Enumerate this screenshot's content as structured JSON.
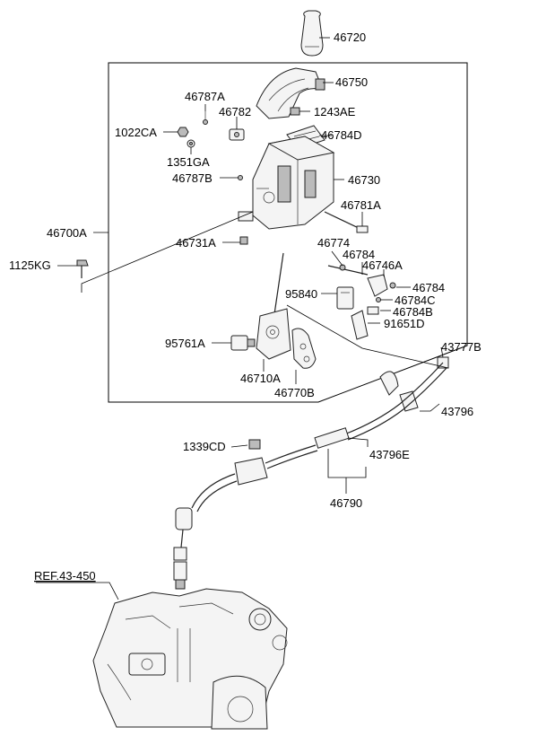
{
  "callouts": {
    "c46720": "46720",
    "c46750": "46750",
    "c46787A": "46787A",
    "c46782": "46782",
    "c1243AE": "1243AE",
    "c1022CA": "1022CA",
    "c46784D": "46784D",
    "c1351GA": "1351GA",
    "c46787B": "46787B",
    "c46730": "46730",
    "c46781A": "46781A",
    "c46700A": "46700A",
    "c46731A": "46731A",
    "c46774": "46774",
    "c46784a": "46784",
    "c46746A": "46746A",
    "c1125KG": "1125KG",
    "c46784b": "46784",
    "c95840": "95840",
    "c46784C": "46784C",
    "c46784B": "46784B",
    "c91651D": "91651D",
    "c95761A": "95761A",
    "c43777B": "43777B",
    "c46710A": "46710A",
    "c46770B": "46770B",
    "c43796": "43796",
    "c1339CD": "1339CD",
    "c43796E": "43796E",
    "c46790": "46790"
  },
  "reference": "REF.43-450"
}
